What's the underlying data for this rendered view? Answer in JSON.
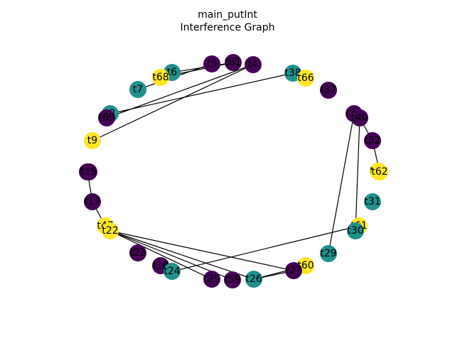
{
  "title": {
    "line1": "main_putInt",
    "line2": "Interference Graph"
  },
  "colors": {
    "purple": "#440154",
    "teal": "#21918c",
    "yellow": "#fde725"
  },
  "nodes": [
    {
      "id": "t5",
      "color": "purple"
    },
    {
      "id": "t61",
      "color": "purple"
    },
    {
      "id": "t4",
      "color": "purple"
    },
    {
      "id": "t6",
      "color": "teal"
    },
    {
      "id": "t68",
      "color": "yellow"
    },
    {
      "id": "t7",
      "color": "teal"
    },
    {
      "id": "t38",
      "color": "teal"
    },
    {
      "id": "t66",
      "color": "yellow"
    },
    {
      "id": "t37",
      "color": "purple"
    },
    {
      "id": "t8",
      "color": "teal"
    },
    {
      "id": "t69",
      "color": "purple"
    },
    {
      "id": "t9",
      "color": "yellow"
    },
    {
      "id": "t39",
      "color": "purple"
    },
    {
      "id": "t40",
      "color": "purple"
    },
    {
      "id": "t32",
      "color": "purple"
    },
    {
      "id": "t16",
      "color": "purple"
    },
    {
      "id": "t15",
      "color": "purple"
    },
    {
      "id": "t63",
      "color": "yellow"
    },
    {
      "id": "t62",
      "color": "yellow"
    },
    {
      "id": "t17",
      "color": "purple"
    },
    {
      "id": "t31",
      "color": "teal"
    },
    {
      "id": "t47",
      "color": "yellow"
    },
    {
      "id": "t22",
      "color": "yellow"
    },
    {
      "id": "t61b",
      "label": "t61",
      "color": "yellow"
    },
    {
      "id": "t30",
      "color": "teal"
    },
    {
      "id": "t23",
      "color": "purple"
    },
    {
      "id": "t29",
      "color": "teal"
    },
    {
      "id": "t18",
      "color": "purple"
    },
    {
      "id": "t24",
      "color": "teal"
    },
    {
      "id": "t60",
      "color": "yellow"
    },
    {
      "id": "t27",
      "color": "purple"
    },
    {
      "id": "t25",
      "color": "purple"
    },
    {
      "id": "t59",
      "color": "purple"
    },
    {
      "id": "t26",
      "color": "teal"
    }
  ],
  "edges": [
    [
      "t68",
      "t61"
    ],
    [
      "t6",
      "t61"
    ],
    [
      "t7",
      "t5"
    ],
    [
      "t69",
      "t4"
    ],
    [
      "t9",
      "t4"
    ],
    [
      "t8",
      "t38"
    ],
    [
      "t16",
      "t17"
    ],
    [
      "t15",
      "t16"
    ],
    [
      "t17",
      "t47"
    ],
    [
      "t47",
      "t22"
    ],
    [
      "t22",
      "t59"
    ],
    [
      "t22",
      "t26"
    ],
    [
      "t22",
      "t27"
    ],
    [
      "t22",
      "t25"
    ],
    [
      "t24",
      "t61b"
    ],
    [
      "t26",
      "t27"
    ],
    [
      "t26",
      "t60"
    ],
    [
      "t29",
      "t39"
    ],
    [
      "t30",
      "t40"
    ],
    [
      "t32",
      "t62"
    ],
    [
      "t40",
      "t32"
    ]
  ]
}
